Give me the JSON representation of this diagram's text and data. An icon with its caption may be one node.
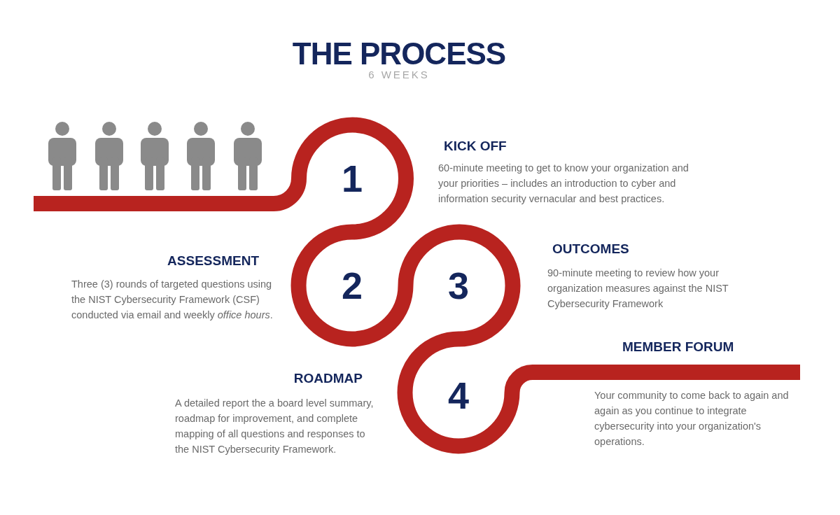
{
  "diagram": {
    "title": "THE PROCESS",
    "labels": [
      "6 WEEKS",
      "KICK OFF",
      "1",
      "60-minute meeting to get to know your organization and your priorities – includes an introduction to cyber and information security vernacular and best practices.",
      "ASSESSMENT",
      "Three (3) rounds of targeted questions using the NIST Cybersecurity Framework (CSF) conducted via email and weekly *office hours*.",
      "2",
      "3",
      "OUTCOMES",
      "90-minute meeting to review how your organization measures against the NIST Cybersecurity Framework",
      "MEMBER FORUM",
      "Your community to come back to again and again as you continue to integrate cybersecurity into your organization's operations.",
      "ROADMAP",
      "A detailed report the a board level summary, roadmap for improvement, and complete mapping of all questions and responses to the NIST Cybersecurity Framework.",
      "4"
    ]
  }
}
